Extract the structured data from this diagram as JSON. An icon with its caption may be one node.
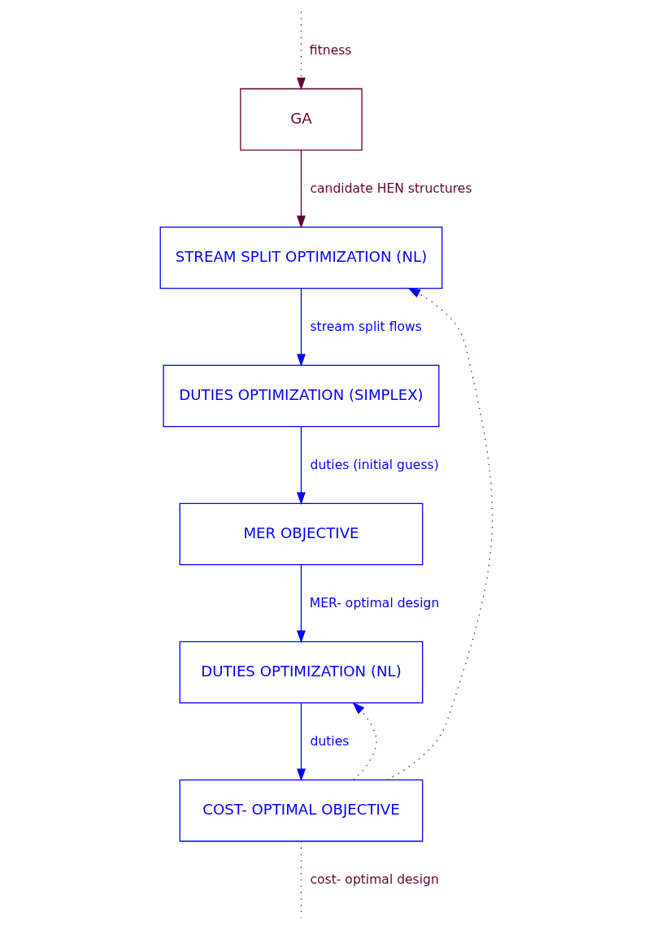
{
  "diagram": {
    "nodes": [
      {
        "text": [
          "GA"
        ]
      },
      {
        "text": [
          "STREAM SPLIT OPTIMIZATION (NL)"
        ]
      },
      {
        "text": [
          "DUTIES OPTIMIZATION (SIMPLEX)"
        ]
      },
      {
        "text": [
          "MER OBJECTIVE"
        ]
      },
      {
        "text": [
          "DUTIES OPTIMIZATION (NL)"
        ]
      },
      {
        "text": [
          "COST- OPTIMAL OBJECTIVE"
        ]
      }
    ],
    "edges": [
      {
        "from": 0,
        "to": 1,
        "arrow": "to",
        "label": "candidate HEN structures",
        "color": "#660033"
      },
      {
        "from": 1,
        "to": 2,
        "arrow": "to",
        "label": "stream split flows"
      },
      {
        "from": 2,
        "to": 3,
        "arrow": "to",
        "label": "duties (initial guess)"
      },
      {
        "from": 3,
        "to": 4,
        "arrow": "to",
        "label": "MER- optimal design"
      },
      {
        "from": 4,
        "to": 5,
        "arrow": "to",
        "label": "duties"
      },
      {
        "from": 5,
        "to": 4,
        "arrow": "to",
        "style": "dashed"
      },
      {
        "from": 5,
        "to": 1,
        "arrow": "to",
        "style": "dashed"
      },
      {
        "from": 5,
        "to": null,
        "arrow": "none",
        "style": "dashed",
        "label": "cost- optimal design",
        "color": "#660033"
      },
      {
        "from": null,
        "to": 0,
        "arrow": "to",
        "style": "dashed",
        "label": "fitness",
        "color": "#660033"
      }
    ]
  }
}
